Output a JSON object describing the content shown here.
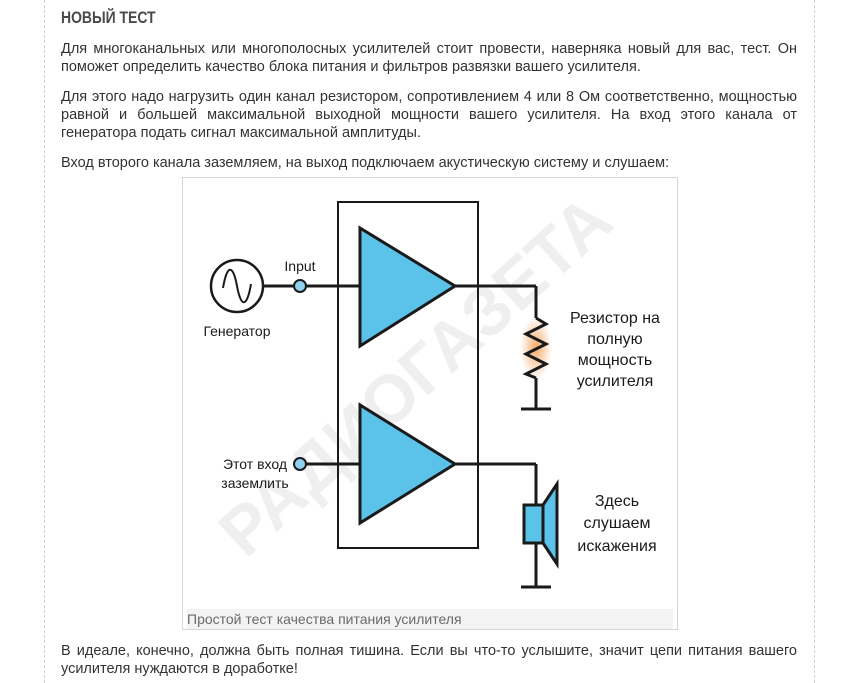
{
  "section": {
    "title": "Новый тест"
  },
  "paragraphs": [
    "Для многоканальных или многополосных усилителей стоит провести, наверняка новый для вас, тест. Он поможет определить качество блока питания и фильтров развязки вашего усилителя.",
    "Для этого надо нагрузить один канал резистором, сопротивлением 4 или 8 Ом соответственно, мощностью равной и большей максимальной выходной мощности вашего усилителя. На вход этого канала от генератора подать сигнал максимальной амплитуды.",
    "Вход второго канала заземляем, на выход подключаем акустическую систему и слушаем:"
  ],
  "figure": {
    "caption": "Простой тест качества питания усилителя",
    "labels": {
      "input": "Input",
      "generator": "Генератор",
      "ground_input_line1": "Этот вход",
      "ground_input_line2": "заземлить",
      "resistor_line1": "Резистор на",
      "resistor_line2": "полную",
      "resistor_line3": "мощность",
      "resistor_line4": "усилителя",
      "speaker_line1": "Здесь",
      "speaker_line2": "слушаем",
      "speaker_line3": "искажения",
      "watermark": "РАДИОГАЗЕТА"
    },
    "colors": {
      "amplifier_fill": "#5bc2ea",
      "speaker_fill": "#5bc2ea",
      "input_dot": "#8fd0ee",
      "resistor_glow": "#f7a35c"
    }
  },
  "conclusion": "В идеале, конечно, должна быть полная тишина. Если вы что-то услышите, значит цепи питания вашего усилителя нуждаются в доработке!"
}
